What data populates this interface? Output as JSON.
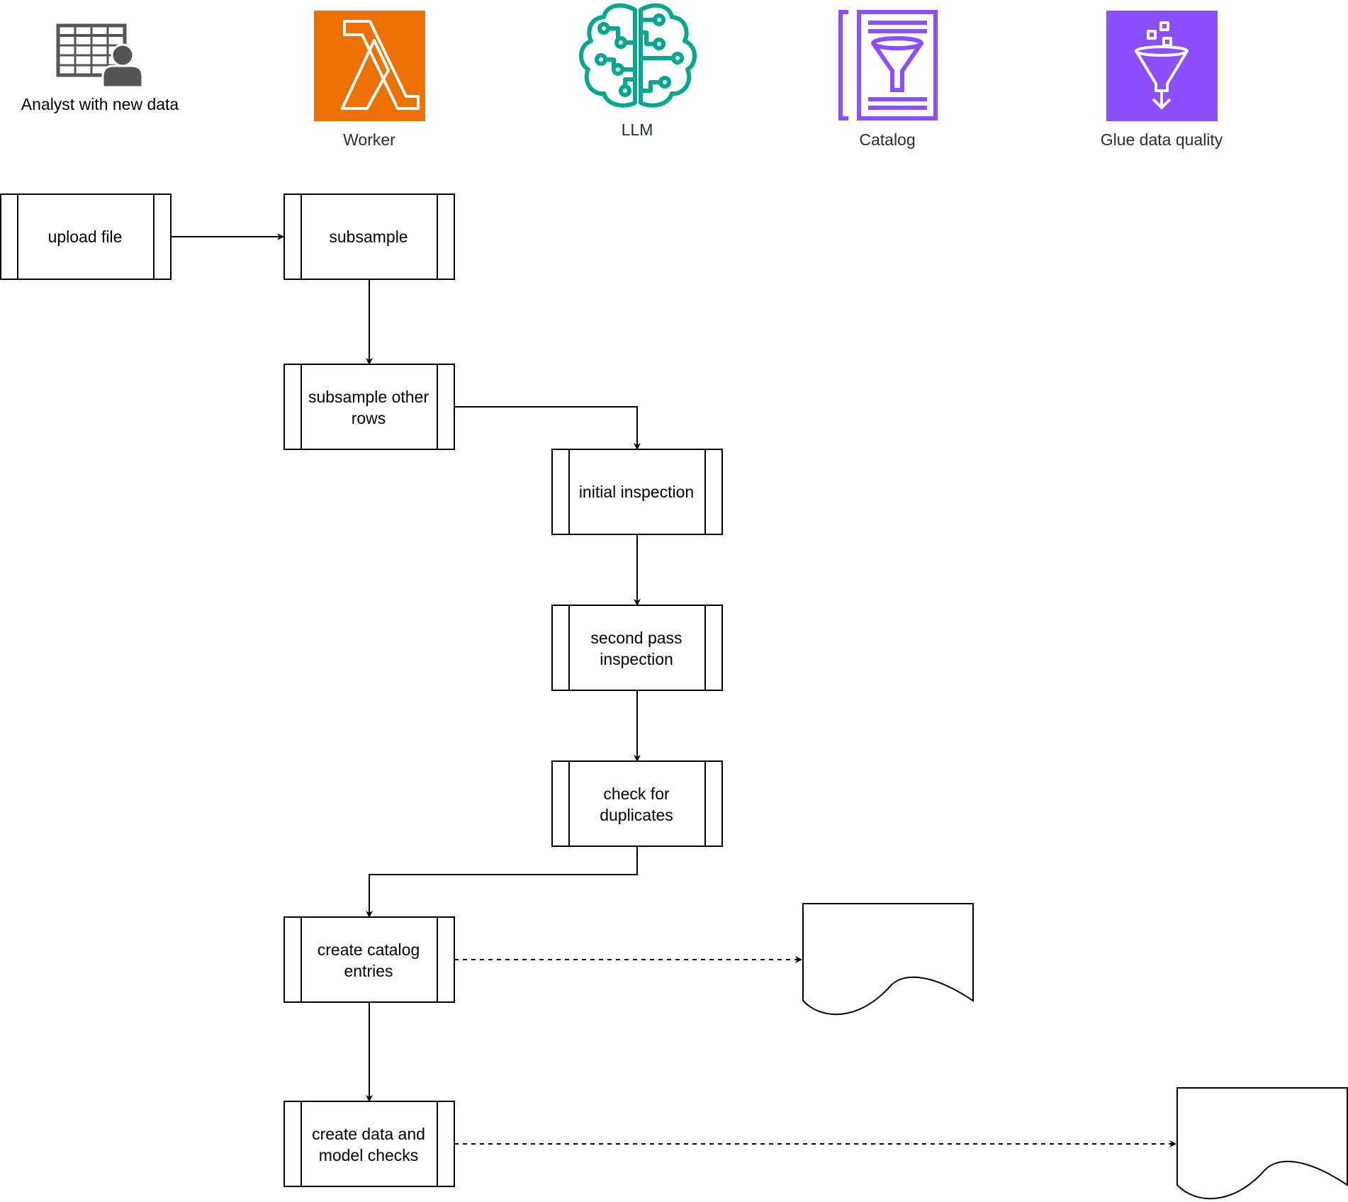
{
  "header": {
    "analyst_label": "Analyst with new data",
    "worker_label": "Worker",
    "llm_label": "LLM",
    "catalog_label": "Catalog",
    "glue_label": "Glue data quality"
  },
  "colors": {
    "worker": "#ED7100",
    "llm": "#01A88D",
    "catalog": "#8C4FFF",
    "glue": "#8C4FFF",
    "analyst_icon": "#555555",
    "stroke": "#000000"
  },
  "icons": {
    "analyst": "spreadsheet-user-icon",
    "worker": "lambda-icon",
    "llm": "brain-circuit-icon",
    "catalog": "catalog-funnel-icon",
    "glue": "funnel-filter-icon"
  },
  "flow": {
    "upload_file": "upload file",
    "subsample": "subsample",
    "subsample_other_1": "subsample other",
    "subsample_other_2": "rows",
    "initial_inspection": "initial inspection",
    "second_pass_1": "second pass",
    "second_pass_2": "inspection",
    "check_dup_1": "check for",
    "check_dup_2": "duplicates",
    "catalog_entries_1": "create catalog",
    "catalog_entries_2": "entries",
    "data_checks_1": "create data and",
    "data_checks_2": "model checks"
  }
}
